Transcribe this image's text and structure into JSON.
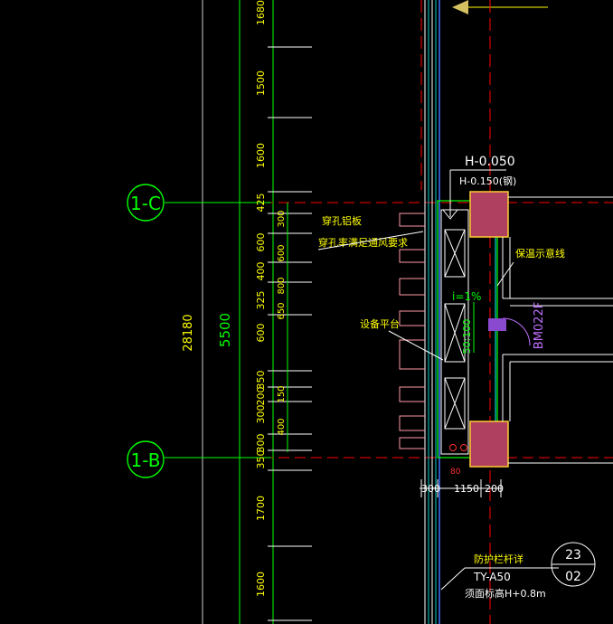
{
  "axes": {
    "c": "1-C",
    "b": "1-B"
  },
  "overall_dims": {
    "total": "28180",
    "span": "5500"
  },
  "vertical_dims": [
    "1680",
    "1500",
    "1600",
    "425",
    "600",
    "400",
    "325",
    "600",
    "350",
    "200",
    "300",
    "350",
    "300",
    "1700",
    "1600"
  ],
  "inner_dims": [
    "300",
    "600",
    "800",
    "650",
    "150",
    "400"
  ],
  "bottom_dims": [
    "300",
    "1150",
    "200"
  ],
  "small_dim": "80",
  "elevation": {
    "main": "H-0.050",
    "sub": "H-0.150(钢)"
  },
  "labels": {
    "sleeve_top": "穿孔铝板",
    "sleeve_note": "穿孔率满足通风要求",
    "platform": "设备平台",
    "insulation": "保温示意线",
    "slope": "i=1%",
    "drain": "50:100",
    "door": "BM022F",
    "railing": "防护栏杆详",
    "railing_spec": "TY-A50",
    "railing_height": "须面标高H+0.8m"
  },
  "detail_ref": {
    "number": "23",
    "sheet": "02"
  },
  "colors": {
    "grid_green": "#00ff00",
    "axis_red": "#ff0000",
    "text_yellow": "#ffff00",
    "wall_white": "#ffffff",
    "cyan": "#00ffff",
    "pink": "#ff9aa6",
    "column_fill": "#b04060",
    "column_edge": "#ffcc33",
    "door_violet": "#c070ff",
    "frame_blue": "#4070ff"
  }
}
